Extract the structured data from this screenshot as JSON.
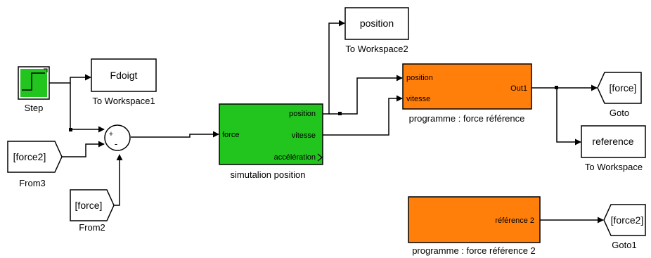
{
  "blocks": {
    "step": {
      "caption": "Step"
    },
    "to_workspace1": {
      "text": "Fdoigt",
      "caption": "To Workspace1"
    },
    "from3": {
      "text": "[force2]",
      "caption": "From3"
    },
    "from2": {
      "text": "[force]",
      "caption": "From2"
    },
    "sum": {
      "signs": [
        "+",
        "-"
      ]
    },
    "sim_position": {
      "caption": "simutalion position",
      "input_port": "force",
      "output_ports": [
        "position",
        "vitesse",
        "accélération"
      ]
    },
    "to_workspace2": {
      "text": "position",
      "caption": "To Workspace2"
    },
    "prog_ref": {
      "caption": "programme : force référence",
      "input_ports": [
        "position",
        "vitesse"
      ],
      "output_port": "Out1"
    },
    "goto": {
      "text": "[force]",
      "caption": "Goto"
    },
    "to_workspace": {
      "text": "reference",
      "caption": "To Workspace"
    },
    "prog_ref2": {
      "caption": "programme : force référence 2",
      "output_port": "référence 2"
    },
    "goto1": {
      "text": "[force2]",
      "caption": "Goto1"
    }
  },
  "colors": {
    "green_block": "#22c41e",
    "orange_block": "#ff7f0a",
    "line": "#000000",
    "block_border": "#000000"
  }
}
